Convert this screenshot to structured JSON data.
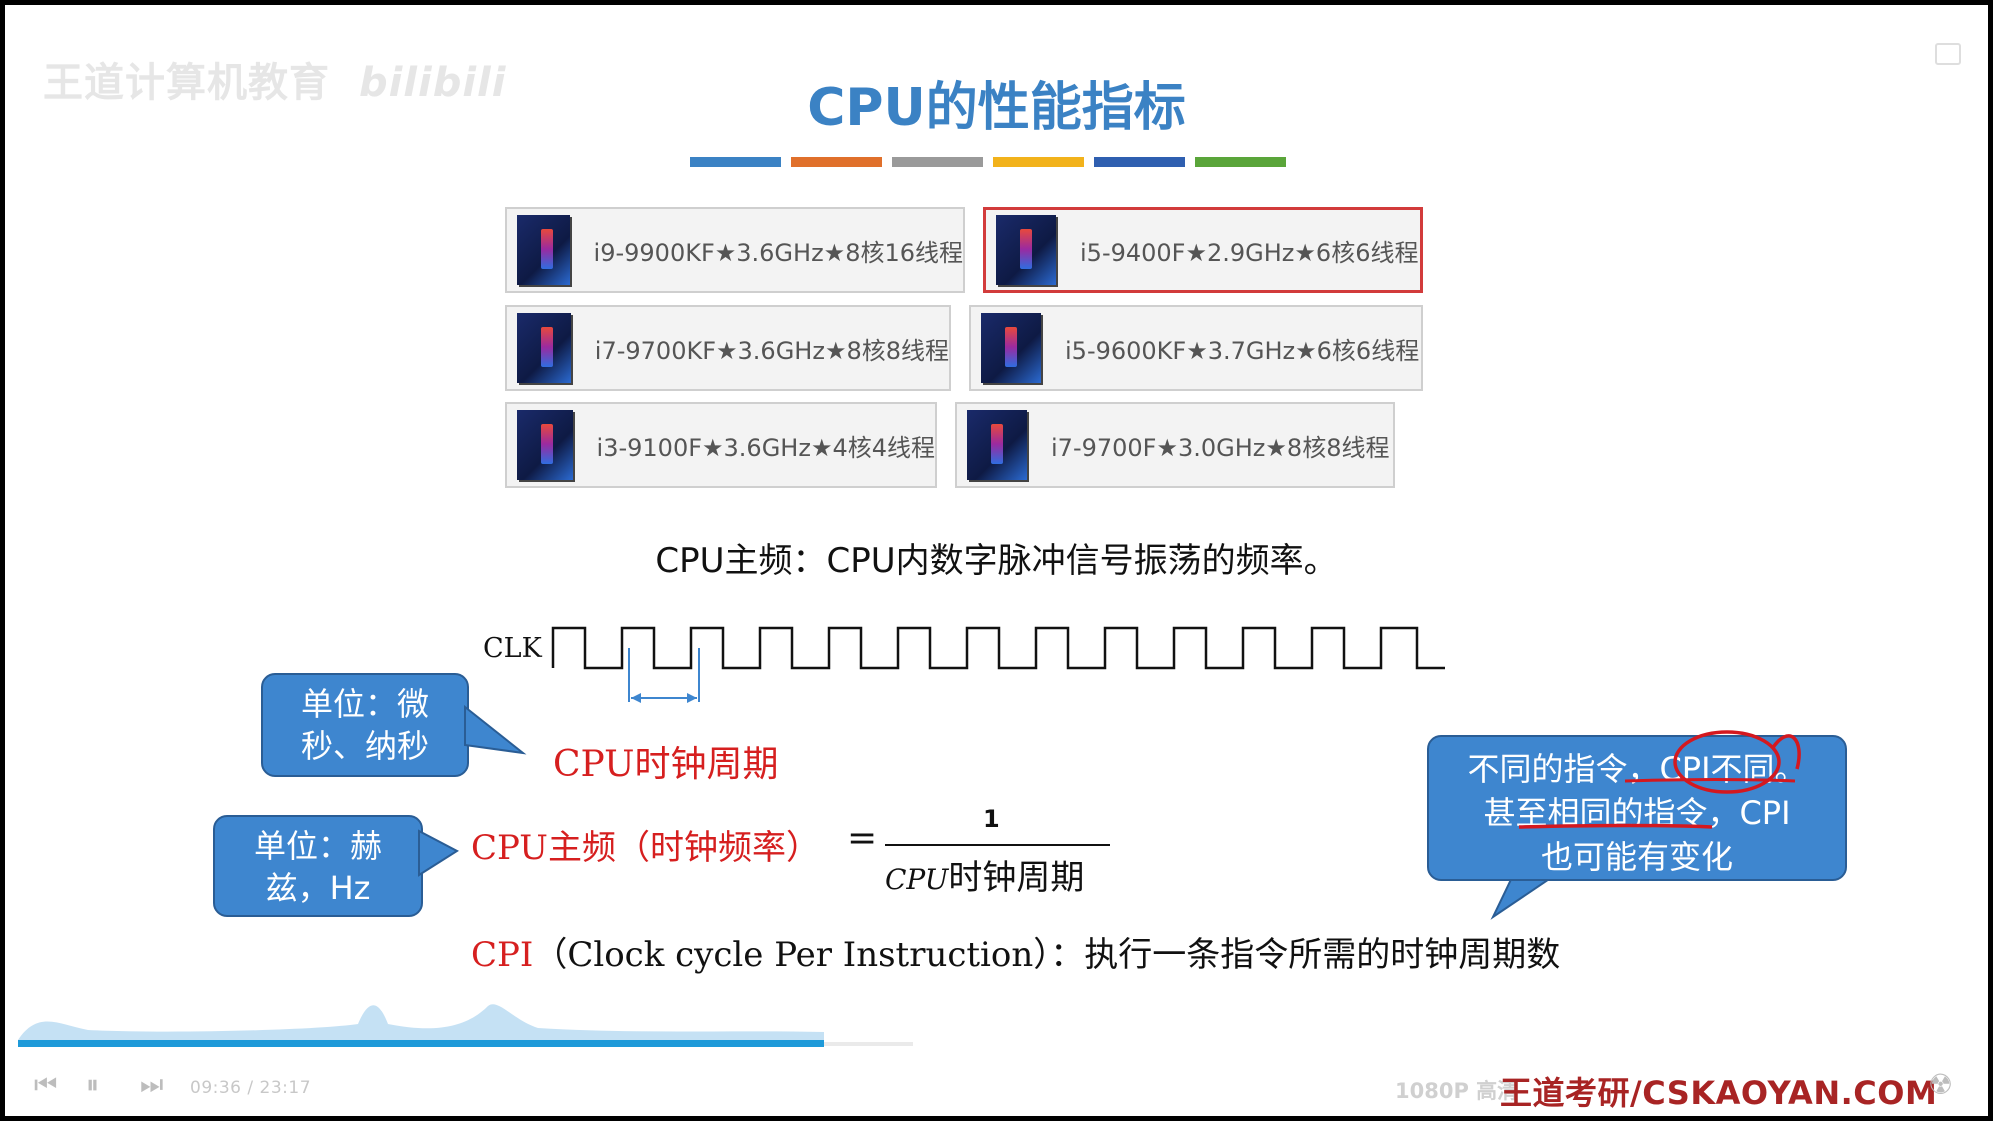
{
  "watermark": {
    "brand": "王道计算机教育",
    "site": "bilibili"
  },
  "slide": {
    "title": "CPU的性能指标",
    "accent_bars": [
      "#3b82c4",
      "#e0702b",
      "#9a9a9a",
      "#f2b21b",
      "#2f5fb0",
      "#5aa53a"
    ],
    "cpus": [
      {
        "label": "i9-9900KF★3.6GHz★8核16线程",
        "selected": false
      },
      {
        "label": "i5-9400F★2.9GHz★6核6线程",
        "selected": true
      },
      {
        "label": "i7-9700KF★3.6GHz★8核8线程",
        "selected": false
      },
      {
        "label": "i5-9600KF★3.7GHz★6核6线程",
        "selected": false
      },
      {
        "label": "i3-9100F★3.6GHz★4核4线程",
        "selected": false
      },
      {
        "label": "i7-9700F★3.0GHz★8核8线程",
        "selected": false
      }
    ],
    "definition": "CPU主频：CPU内数字脉冲信号振荡的频率。",
    "clk_label": "CLK",
    "clock_period_label": "CPU时钟周期",
    "callout_period_unit": [
      "单位：微",
      "秒、纳秒"
    ],
    "callout_freq_unit": [
      "单位：赫",
      "兹，Hz"
    ],
    "formula": {
      "lhs": "CPU主频（时钟频率）",
      "eq": "=",
      "numerator": "1",
      "denominator_prefix": "CPU",
      "denominator_suffix": "时钟周期"
    },
    "cpi": {
      "term": "CPI",
      "expansion": "（Clock cycle Per Instruction）：执行一条指令所需的时钟周期数"
    },
    "callout_cpi": [
      "不同的指令，CPI不同。",
      "甚至相同的指令，CPI",
      "也可能有变化"
    ]
  },
  "player": {
    "current_time": "09:36",
    "separator": "/",
    "total_time": "23:17",
    "progress": 0.414,
    "quality": "1080P 高清",
    "brand_overlay": "王道考研/CSKAOYAN.COM",
    "accent_color": "#1e9ad9"
  }
}
